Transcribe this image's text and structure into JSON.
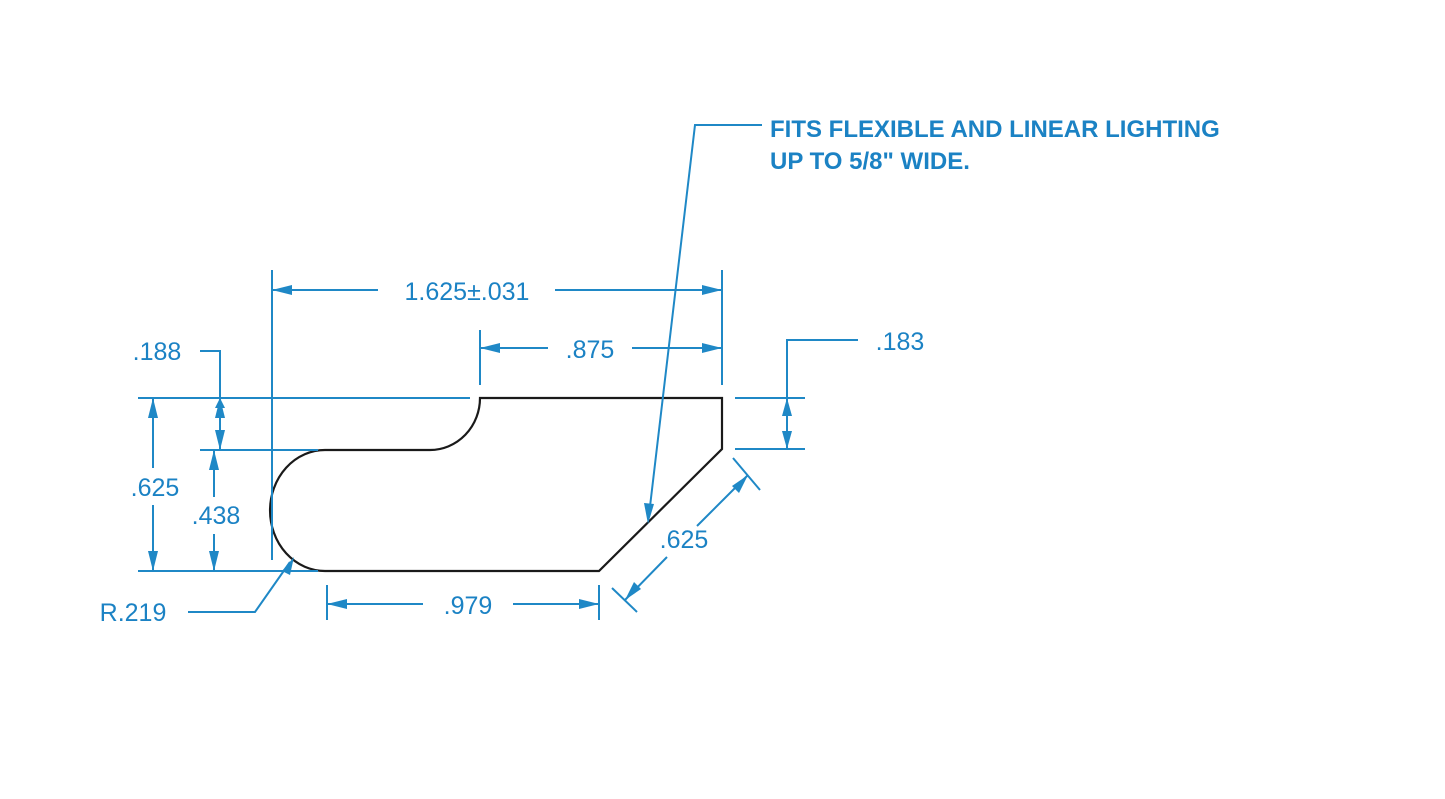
{
  "note": {
    "line1": "FITS FLEXIBLE AND LINEAR LIGHTING",
    "line2": "UP TO 5/8\" WIDE."
  },
  "dimensions": {
    "overall_width": "1.625±.031",
    "top_flat": ".875",
    "notch_depth": ".188",
    "overall_height": ".625",
    "slot_height": ".438",
    "chamfer_height": ".183",
    "chamfer_length": ".625",
    "bottom_flat": ".979",
    "radius": "R.219"
  },
  "colors": {
    "dimension": "#1f88c6",
    "outline": "#1a1a1a"
  }
}
